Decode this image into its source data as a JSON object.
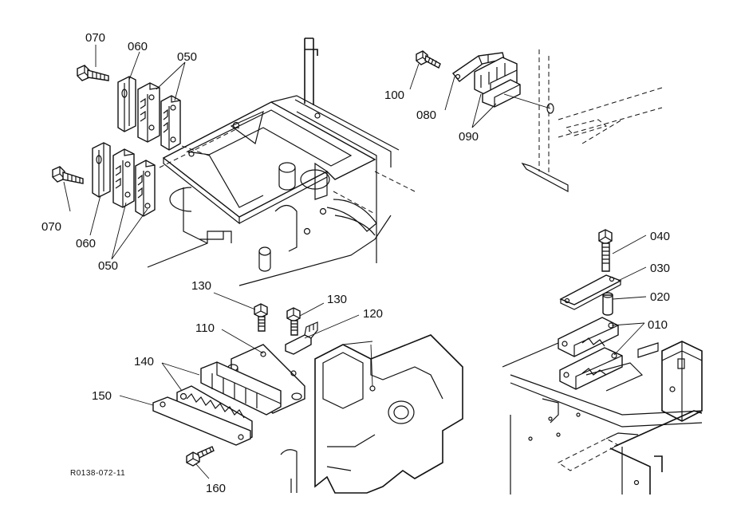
{
  "labels": {
    "p070a": "070",
    "p060a": "060",
    "p050a": "050",
    "p070b": "070",
    "p060b": "060",
    "p050b": "050",
    "p100": "100",
    "p080": "080",
    "p090": "090",
    "p040": "040",
    "p030": "030",
    "p020": "020",
    "p010": "010",
    "p130a": "130",
    "p130b": "130",
    "p120": "120",
    "p110": "110",
    "p140": "140",
    "p150": "150",
    "p160": "160"
  },
  "reference": "R0138-072-11"
}
